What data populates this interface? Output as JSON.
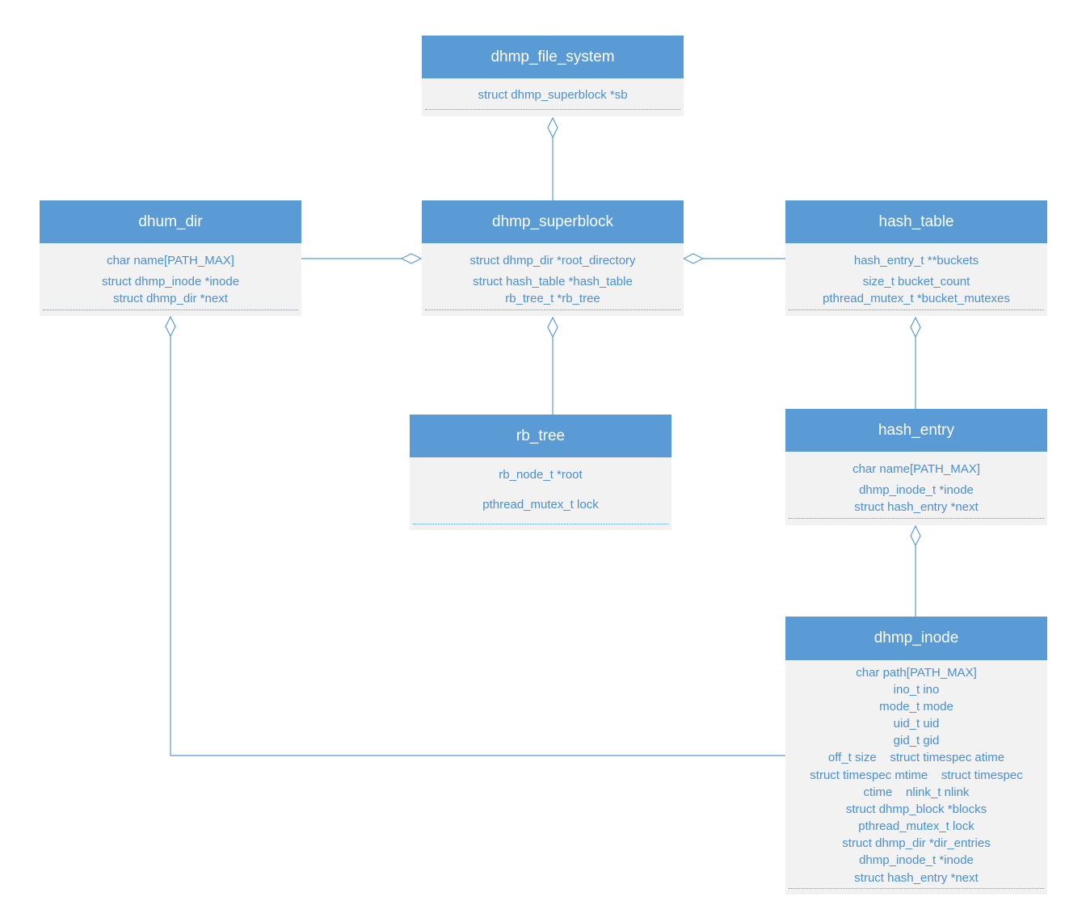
{
  "colors": {
    "header_bg": "#5b9bd5",
    "header_text": "#ffffff",
    "body_bg": "#f2f2f2",
    "field_text": "#4a8fcf",
    "connector": "#5b9bd5"
  },
  "classes": {
    "file_system": {
      "name": "dhmp_file_system",
      "fields": [
        "struct dhmp_superblock *sb"
      ]
    },
    "superblock": {
      "name": "dhmp_superblock",
      "fields": [
        "struct dhmp_dir *root_directory",
        "struct hash_table *hash_table",
        "rb_tree_t *rb_tree"
      ]
    },
    "dir": {
      "name": "dhum_dir",
      "fields": [
        "char name[PATH_MAX]",
        "struct dhmp_inode *inode",
        "struct dhmp_dir *next"
      ]
    },
    "hash_table": {
      "name": "hash_table",
      "fields": [
        "hash_entry_t **buckets",
        "size_t bucket_count",
        "pthread_mutex_t *bucket_mutexes"
      ]
    },
    "rb_tree": {
      "name": "rb_tree",
      "fields": [
        "rb_node_t *root",
        "pthread_mutex_t lock"
      ]
    },
    "hash_entry": {
      "name": "hash_entry",
      "fields": [
        "char name[PATH_MAX]",
        "dhmp_inode_t *inode",
        "struct hash_entry *next"
      ]
    },
    "inode": {
      "name": "dhmp_inode",
      "fields": [
        "char path[PATH_MAX]",
        "ino_t ino",
        "mode_t mode",
        "uid_t uid",
        "gid_t gid",
        "off_t size    struct timespec atime",
        "struct timespec mtime    struct timespec",
        "ctime    nlink_t nlink",
        "struct dhmp_block *blocks",
        "pthread_mutex_t lock",
        "struct dhmp_dir *dir_entries",
        "dhmp_inode_t *inode",
        "struct hash_entry *next"
      ]
    }
  }
}
